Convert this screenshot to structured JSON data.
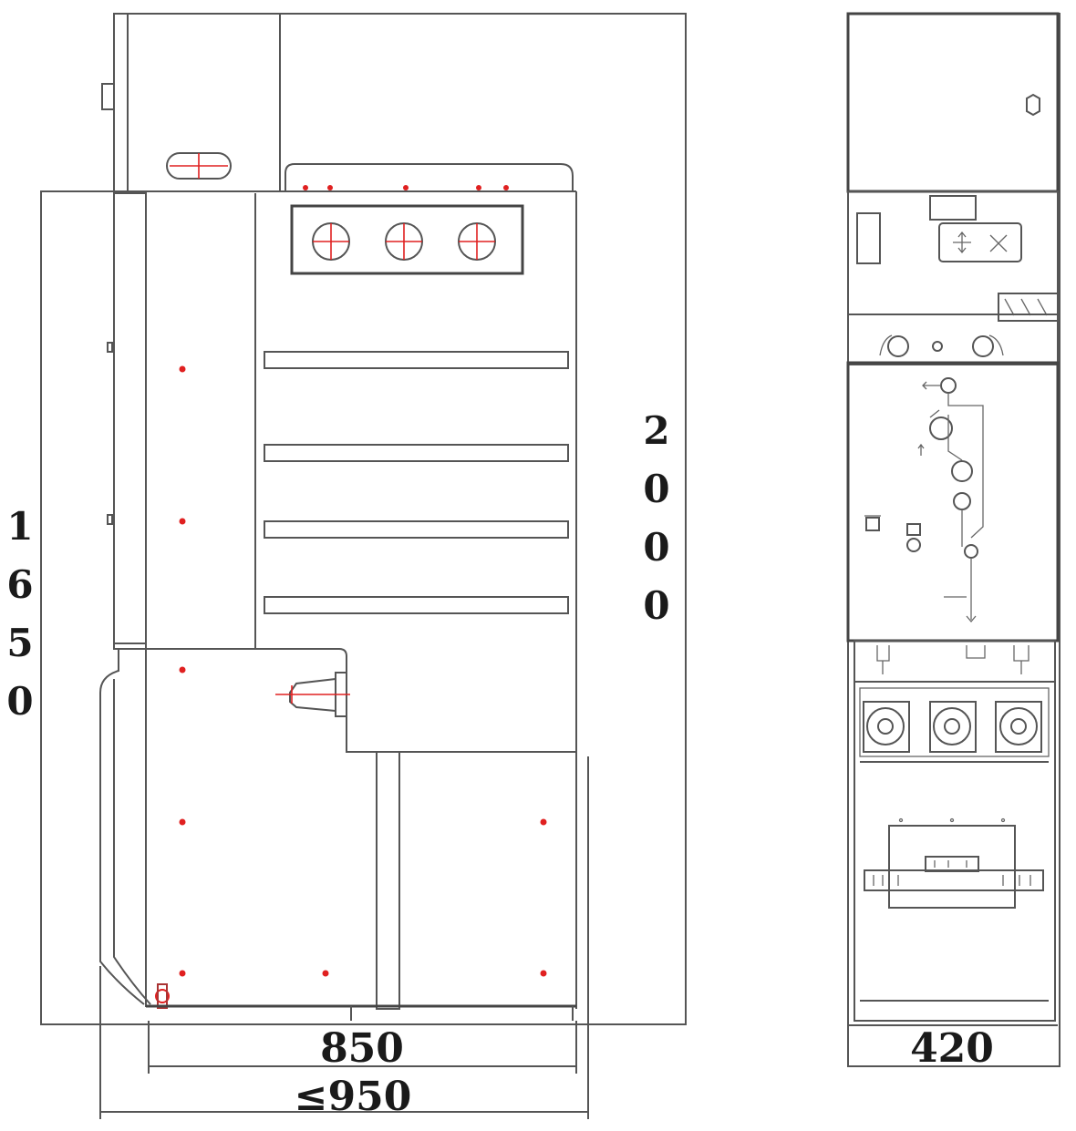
{
  "dimensions": {
    "height_left": "1650",
    "height_right": "2000",
    "depth": "850",
    "depth_max": "≤950",
    "width": "420"
  },
  "colors": {
    "line": "#555555",
    "marker": "#e02020",
    "text": "#1a1a1a"
  }
}
